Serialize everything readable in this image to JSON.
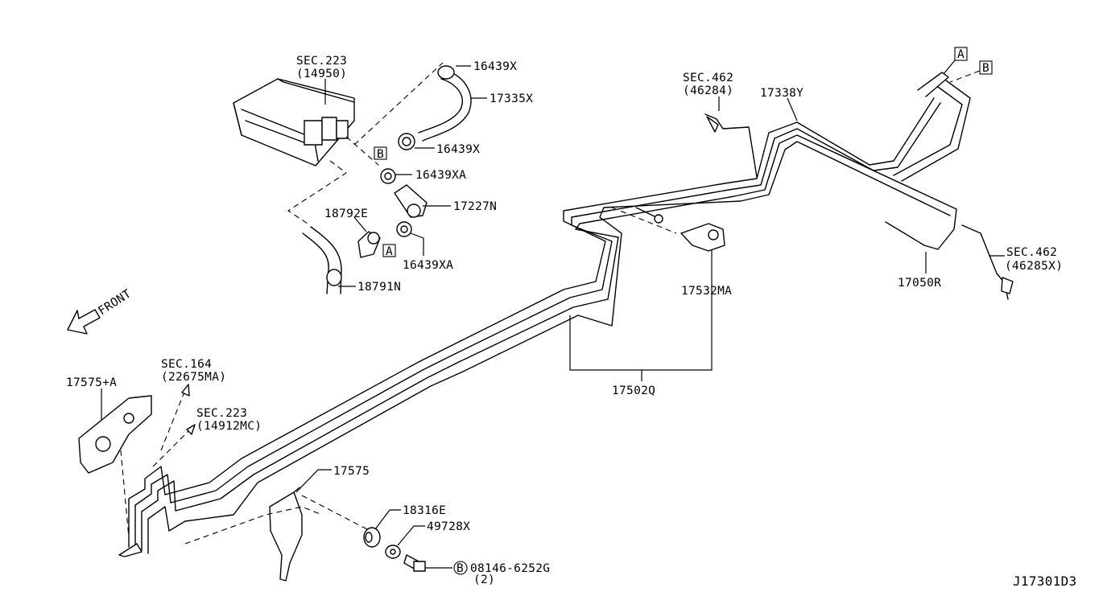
{
  "labels": {
    "sec223_top": "SEC.223",
    "sec223_top_code": "(14950)",
    "p16439x_a": "16439X",
    "p17335x": "17335X",
    "p16439x_b": "16439X",
    "p16439xa_a": "16439XA",
    "p17227n": "17227N",
    "p18792e": "18792E",
    "p16439xa_b": "16439XA",
    "p18791n": "18791N",
    "sec462_a": "SEC.462",
    "sec462_a_code": "(46284)",
    "p17338y": "17338Y",
    "sec462_b": "SEC.462",
    "sec462_b_code": "(46285X)",
    "p17050r": "17050R",
    "p17532ma": "17532MA",
    "p17502q": "17502Q",
    "front": "FRONT",
    "p17575a": "17575+A",
    "sec164": "SEC.164",
    "sec164_code": "(22675MA)",
    "sec223_bot": "SEC.223",
    "sec223_bot_code": "(14912MC)",
    "p17575": "17575",
    "p18316e": "18316E",
    "p49728x": "49728X",
    "bolt_code": "08146-6252G",
    "bolt_qty": "(2)",
    "bolt_marker": "B",
    "callout_a": "A",
    "callout_b": "B",
    "diagram_id": "J17301D3"
  }
}
